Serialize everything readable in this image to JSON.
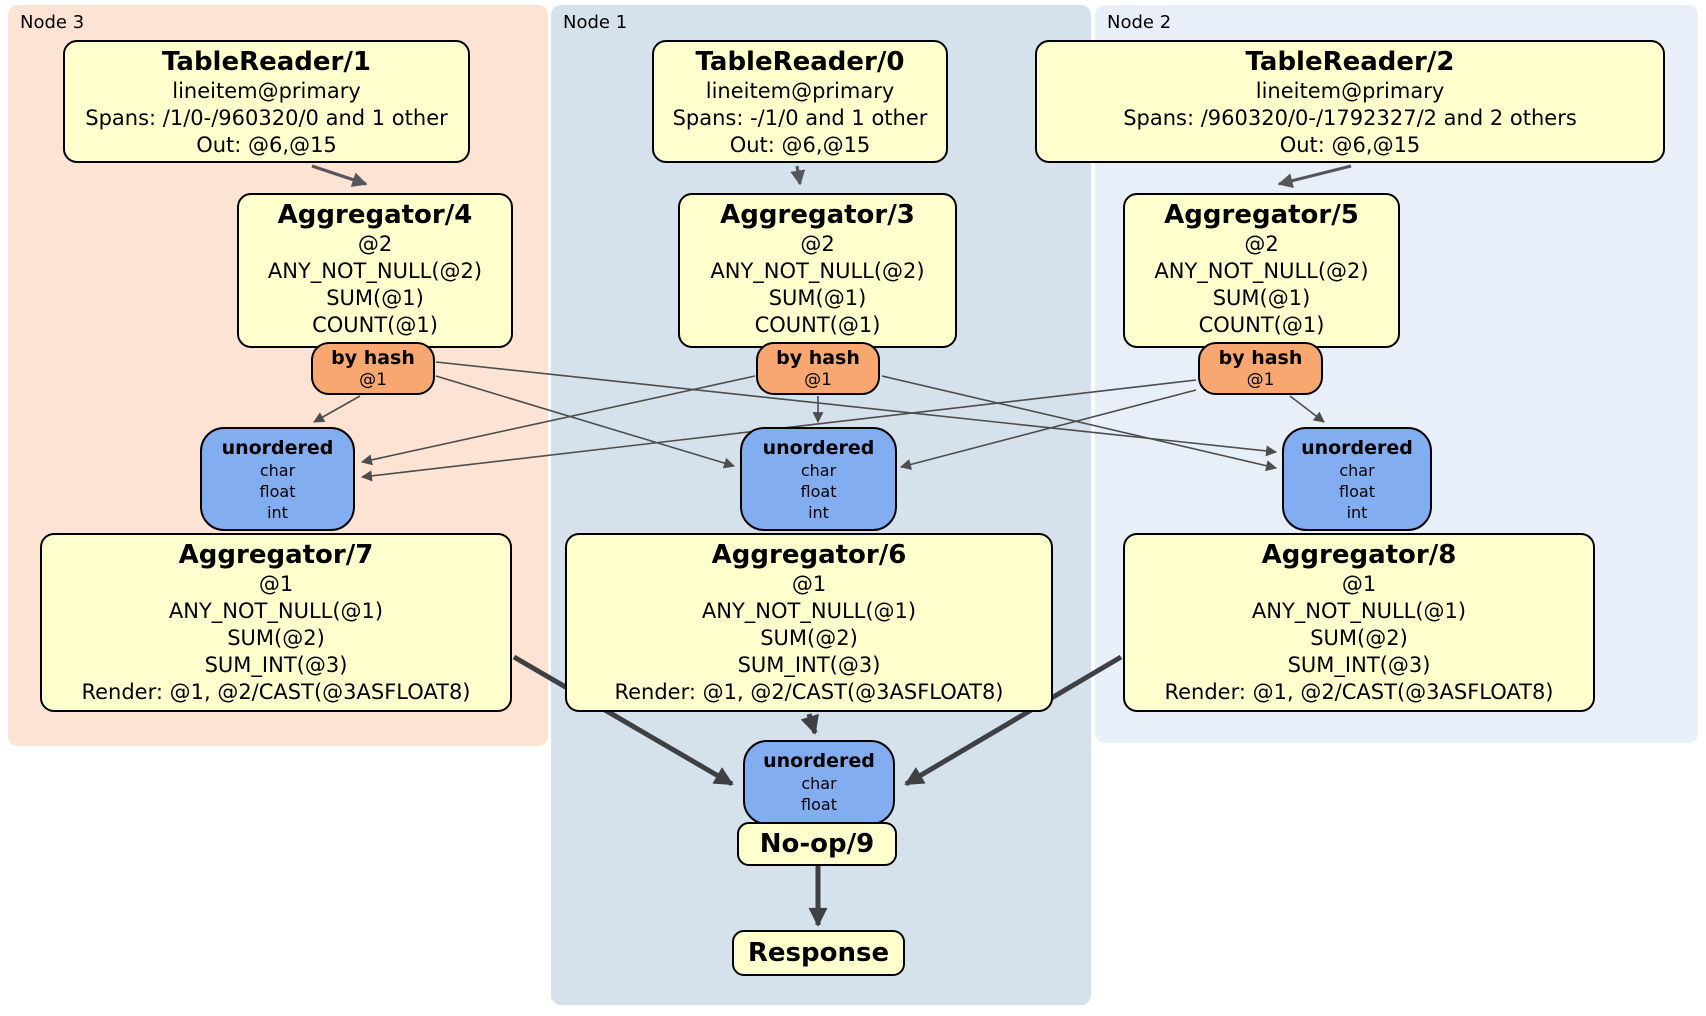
{
  "colors": {
    "node3_bg": "#fce3d3",
    "node1_bg": "#d5e2eb",
    "node2_bg": "#e9eff9",
    "processor_bg": "#ffffce",
    "router_bg": "#f8a771",
    "sync_bg": "#83adf1"
  },
  "groups": {
    "node3": {
      "label": "Node 3"
    },
    "node1": {
      "label": "Node 1"
    },
    "node2": {
      "label": "Node 2"
    }
  },
  "processors": {
    "tr1": {
      "title": "TableReader/1",
      "lines": [
        "lineitem@primary",
        "Spans: /1/0-/960320/0 and 1 other",
        "Out: @6,@15"
      ]
    },
    "tr0": {
      "title": "TableReader/0",
      "lines": [
        "lineitem@primary",
        "Spans: -/1/0 and 1 other",
        "Out: @6,@15"
      ]
    },
    "tr2": {
      "title": "TableReader/2",
      "lines": [
        "lineitem@primary",
        "Spans: /960320/0-/1792327/2 and 2 others",
        "Out: @6,@15"
      ]
    },
    "agg4": {
      "title": "Aggregator/4",
      "lines": [
        "@2",
        "ANY_NOT_NULL(@2)",
        "SUM(@1)",
        "COUNT(@1)"
      ]
    },
    "agg3": {
      "title": "Aggregator/3",
      "lines": [
        "@2",
        "ANY_NOT_NULL(@2)",
        "SUM(@1)",
        "COUNT(@1)"
      ]
    },
    "agg5": {
      "title": "Aggregator/5",
      "lines": [
        "@2",
        "ANY_NOT_NULL(@2)",
        "SUM(@1)",
        "COUNT(@1)"
      ]
    },
    "agg7": {
      "title": "Aggregator/7",
      "lines": [
        "@1",
        "ANY_NOT_NULL(@1)",
        "SUM(@2)",
        "SUM_INT(@3)",
        "Render: @1, @2/CAST(@3ASFLOAT8)"
      ]
    },
    "agg6": {
      "title": "Aggregator/6",
      "lines": [
        "@1",
        "ANY_NOT_NULL(@1)",
        "SUM(@2)",
        "SUM_INT(@3)",
        "Render: @1, @2/CAST(@3ASFLOAT8)"
      ]
    },
    "agg8": {
      "title": "Aggregator/8",
      "lines": [
        "@1",
        "ANY_NOT_NULL(@1)",
        "SUM(@2)",
        "SUM_INT(@3)",
        "Render: @1, @2/CAST(@3ASFLOAT8)"
      ]
    },
    "noop": {
      "title": "No-op/9"
    },
    "response": {
      "title": "Response"
    }
  },
  "routers": {
    "hash3": {
      "title": "by hash",
      "detail": "@1"
    },
    "hash1": {
      "title": "by hash",
      "detail": "@1"
    },
    "hash2": {
      "title": "by hash",
      "detail": "@1"
    }
  },
  "syncs": {
    "sync3": {
      "title": "unordered",
      "streams": [
        "char",
        "float",
        "int"
      ]
    },
    "sync1": {
      "title": "unordered",
      "streams": [
        "char",
        "float",
        "int"
      ]
    },
    "sync2": {
      "title": "unordered",
      "streams": [
        "char",
        "float",
        "int"
      ]
    },
    "final": {
      "title": "unordered",
      "streams": [
        "char",
        "float"
      ]
    }
  }
}
